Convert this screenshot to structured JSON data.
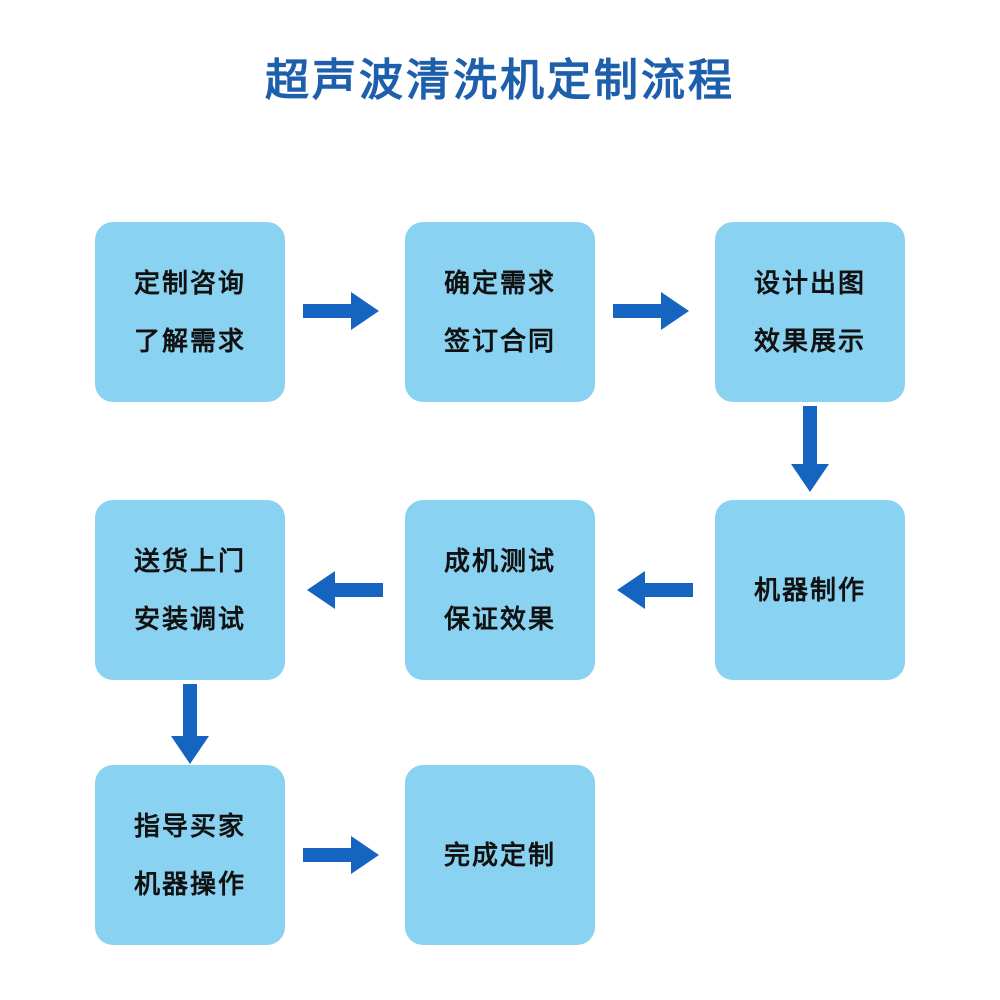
{
  "title": "超声波清洗机定制流程",
  "colors": {
    "title_color": "#1E5FAC",
    "box_bg": "#89D2F1",
    "arrow_color": "#1565C0",
    "box_text": "#111111"
  },
  "steps": [
    {
      "id": 1,
      "lines": [
        "定制咨询",
        "了解需求"
      ]
    },
    {
      "id": 2,
      "lines": [
        "确定需求",
        "签订合同"
      ]
    },
    {
      "id": 3,
      "lines": [
        "设计出图",
        "效果展示"
      ]
    },
    {
      "id": 4,
      "lines": [
        "机器制作"
      ]
    },
    {
      "id": 5,
      "lines": [
        "成机测试",
        "保证效果"
      ]
    },
    {
      "id": 6,
      "lines": [
        "送货上门",
        "安装调试"
      ]
    },
    {
      "id": 7,
      "lines": [
        "指导买家",
        "机器操作"
      ]
    },
    {
      "id": 8,
      "lines": [
        "完成定制"
      ]
    }
  ],
  "connections": [
    {
      "from": 1,
      "to": 2,
      "direction": "right"
    },
    {
      "from": 2,
      "to": 3,
      "direction": "right"
    },
    {
      "from": 3,
      "to": 4,
      "direction": "down"
    },
    {
      "from": 4,
      "to": 5,
      "direction": "left"
    },
    {
      "from": 5,
      "to": 6,
      "direction": "left"
    },
    {
      "from": 6,
      "to": 7,
      "direction": "down"
    },
    {
      "from": 7,
      "to": 8,
      "direction": "right"
    }
  ]
}
